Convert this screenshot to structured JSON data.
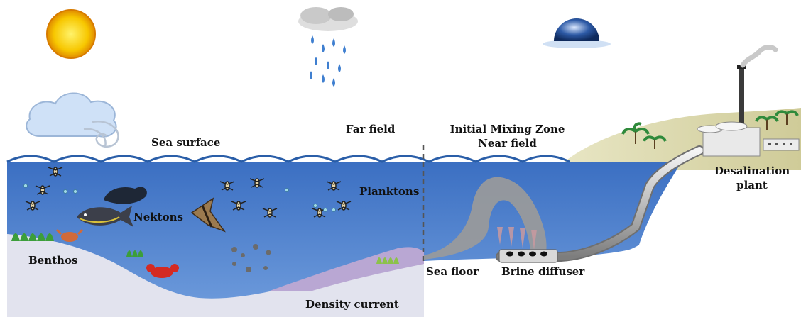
{
  "labels": {
    "sea_surface": "Sea surface",
    "far_field": "Far field",
    "initial_mixing_zone": "Initial Mixing Zone",
    "near_field": "Near field",
    "desalination_line1": "Desalination",
    "desalination_line2": "plant",
    "plankton": "Planktons",
    "nektons": "Nektons",
    "benthos": "Benthos",
    "sea_floor": "Sea floor",
    "brine_diffuser": "Brine diffuser",
    "density_current": "Density current"
  },
  "icons": [
    "sun-icon",
    "rain-cloud-icon",
    "water-globe-icon",
    "wind-cloud-icon",
    "fish-icon",
    "plankton-icon",
    "crab-icon",
    "lobster-icon",
    "seaweed-icon",
    "palm-tree-icon",
    "factory-icon"
  ],
  "colors": {
    "sea": "#4f83cf",
    "sea_deep": "#3e6fbf",
    "wave": "#2a5ea8",
    "land": "#d7d4aa",
    "brine_plume": "#9a9a9a",
    "floor": "#d8d8e6",
    "density_current": "#b9a7d3",
    "pipe": "#c8c8c8"
  }
}
